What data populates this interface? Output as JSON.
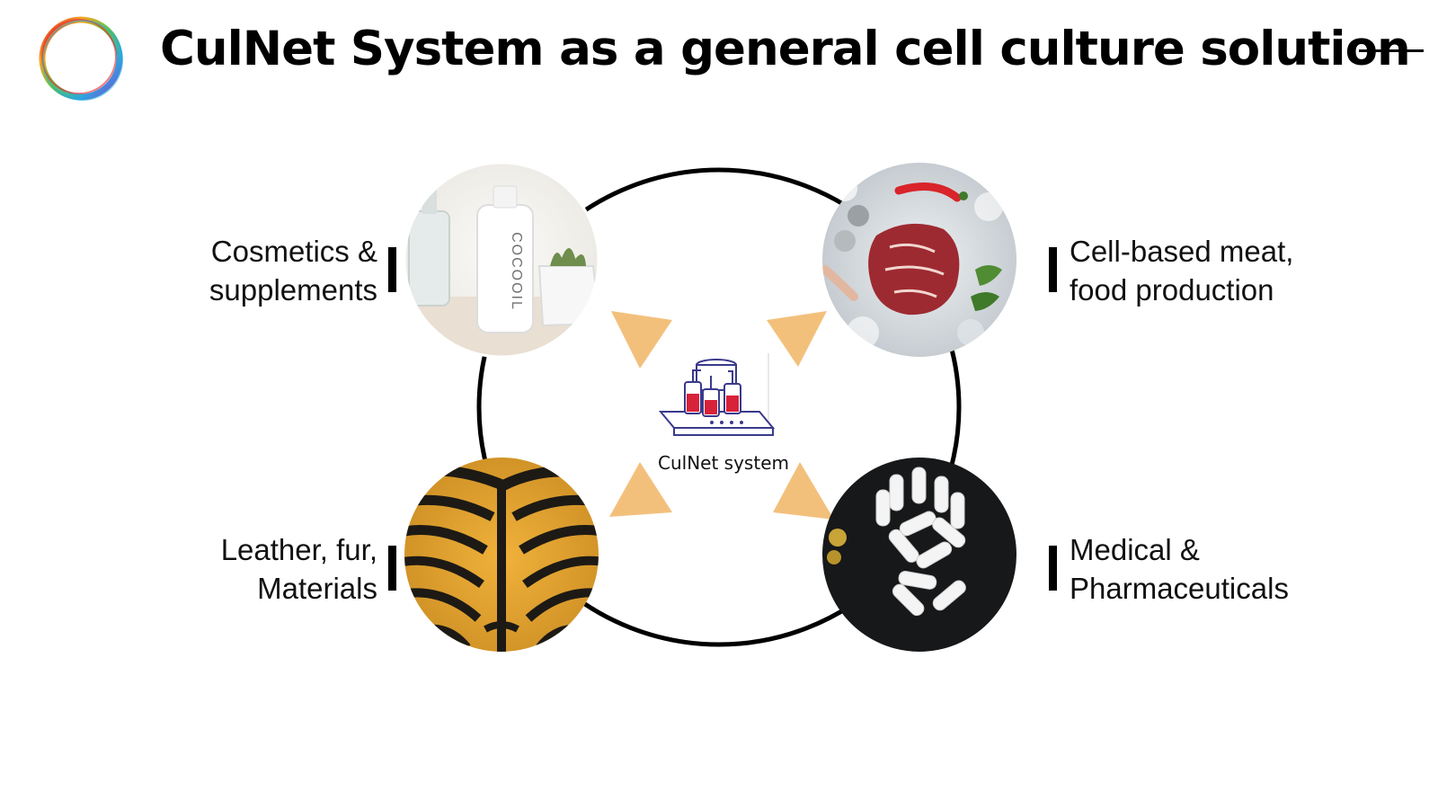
{
  "slide": {
    "title": "CulNet System as a general cell culture solution"
  },
  "center": {
    "caption": "CulNet system"
  },
  "applications": {
    "cosmetics": {
      "line1": "Cosmetics &",
      "line2": "supplements",
      "product_text": "COCOOIL"
    },
    "food": {
      "line1": "Cell-based meat,",
      "line2": "food production"
    },
    "materials": {
      "line1": "Leather, fur,",
      "line2": "Materials"
    },
    "medical": {
      "line1": "Medical &",
      "line2": "Pharmaceuticals"
    }
  },
  "colors": {
    "arrow": "#F3C07C",
    "ring": "#000000",
    "media_red": "#D8223A",
    "device_outline": "#3A3A8C"
  },
  "icons": {
    "logo": "rainbow-ring-logo",
    "center": "bioreactor-device-icon",
    "arrows": "triangle-arrow-icon"
  }
}
